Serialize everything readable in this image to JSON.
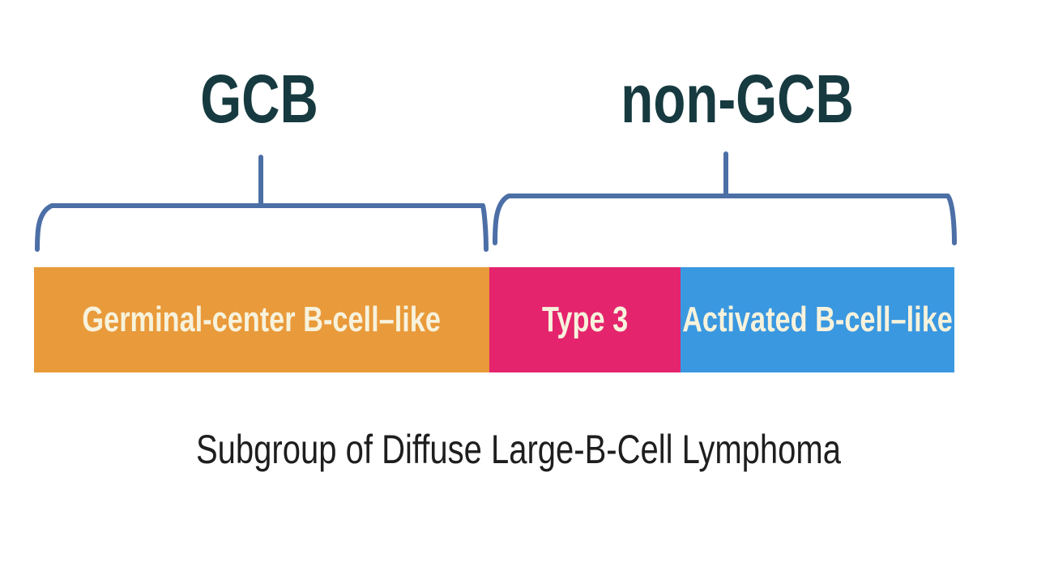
{
  "groups": {
    "gcb": {
      "label": "GCB"
    },
    "non_gcb": {
      "label": "non-GCB"
    }
  },
  "segments": {
    "gcb": {
      "label": "Germinal-center B-cell–like",
      "color": "#e99a3a"
    },
    "type3": {
      "label": "Type 3",
      "color": "#e5246e"
    },
    "abc": {
      "label": "Activated B-cell–like",
      "color": "#3a98e0"
    }
  },
  "caption": "Subgroup of Diffuse Large-B-Cell Lymphoma",
  "colors": {
    "bracket": "#4c6fa6",
    "group_text": "#163a40",
    "segment_text": "#f7f2dc",
    "caption_text": "#1e1e1e"
  }
}
